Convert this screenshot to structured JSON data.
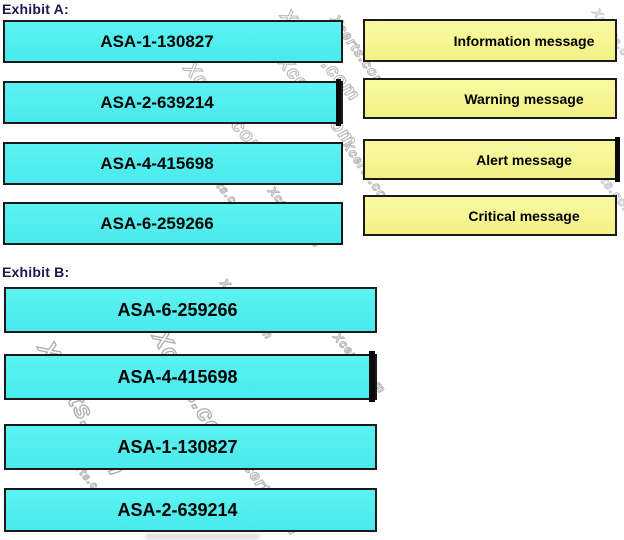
{
  "watermark_text": "Xcerts.com",
  "exhibit_a": {
    "label": "Exhibit A:",
    "syslog_items": [
      "ASA-1-130827",
      "ASA-2-639214",
      "ASA-4-415698",
      "ASA-6-259266"
    ],
    "severity_items": [
      "Information message",
      "Warning message",
      "Alert message",
      "Critical message"
    ]
  },
  "exhibit_b": {
    "label": "Exhibit B:",
    "syslog_items": [
      "ASA-6-259266",
      "ASA-4-415698",
      "ASA-1-130827",
      "ASA-2-639214"
    ]
  },
  "colors": {
    "syslog_box": "#4FEEEE",
    "severity_box": "#F7F795",
    "exhibit_label": "#191950",
    "box_border": "#1A1A1A"
  }
}
